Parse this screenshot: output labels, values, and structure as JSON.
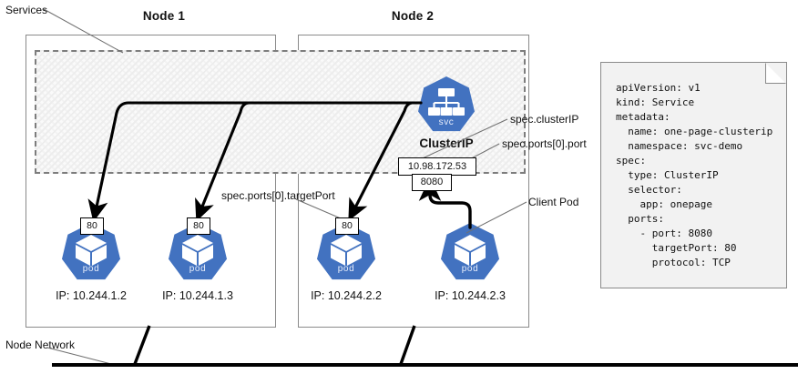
{
  "diagram": {
    "services_label": "Services",
    "node_network_label": "Node Network",
    "nodes": [
      {
        "title": "Node 1"
      },
      {
        "title": "Node 2"
      }
    ],
    "service": {
      "icon_name": "k8s-service-icon",
      "icon_caption": "svc",
      "title": "ClusterIP",
      "cluster_ip": "10.98.172.53",
      "port": "8080"
    },
    "pods": [
      {
        "caption": "pod",
        "port": "80",
        "ip_label": "IP: 10.244.1.2",
        "role": "backend"
      },
      {
        "caption": "pod",
        "port": "80",
        "ip_label": "IP: 10.244.1.3",
        "role": "backend"
      },
      {
        "caption": "pod",
        "port": "80",
        "ip_label": "IP: 10.244.2.2",
        "role": "backend"
      },
      {
        "caption": "pod",
        "port": "",
        "ip_label": "IP: 10.244.2.3",
        "role": "client"
      }
    ],
    "annotations": {
      "cluster_ip": "spec.clusterIP",
      "port": "spec.ports[0].port",
      "target_port": "spec.ports[0].targetPort",
      "client_pod": "Client Pod"
    },
    "colors": {
      "k8s_blue": "#4272c0",
      "frame_gray": "#8a8a8a",
      "dash_gray": "#7d7d7d",
      "doc_fill": "#f2f2f2"
    }
  },
  "manifest": {
    "lines": [
      "apiVersion: v1",
      "kind: Service",
      "metadata:",
      "  name: one-page-clusterip",
      "  namespace: svc-demo",
      "spec:",
      "  type: ClusterIP",
      "  selector:",
      "    app: onepage",
      "  ports:",
      "    - port: 8080",
      "      targetPort: 80",
      "      protocol: TCP"
    ]
  }
}
